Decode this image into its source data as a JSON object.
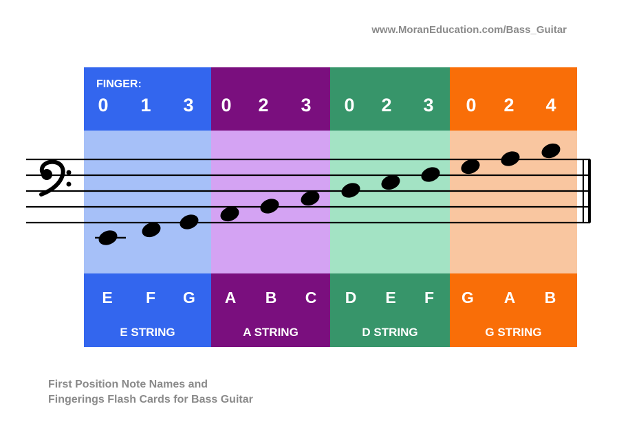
{
  "header": {
    "url": "www.MoranEducation.com/Bass_Guitar"
  },
  "finger_label": "FINGER:",
  "strings": [
    {
      "name": "E STRING",
      "fingers": [
        "0",
        "1",
        "3"
      ],
      "notes": [
        "E",
        "F",
        "G"
      ],
      "colors": {
        "top": "#3366ee",
        "mid": "#a6c0f8",
        "bottom": "#3366ee"
      }
    },
    {
      "name": "A STRING",
      "fingers": [
        "0",
        "2",
        "3"
      ],
      "notes": [
        "A",
        "B",
        "C"
      ],
      "colors": {
        "top": "#7a0f7e",
        "mid": "#d4a3f3",
        "bottom": "#7a0f7e"
      }
    },
    {
      "name": "D STRING",
      "fingers": [
        "0",
        "2",
        "3"
      ],
      "notes": [
        "D",
        "E",
        "F"
      ],
      "colors": {
        "top": "#37956a",
        "mid": "#a3e3c4",
        "bottom": "#37956a"
      }
    },
    {
      "name": "G STRING",
      "fingers": [
        "0",
        "2",
        "4"
      ],
      "notes": [
        "G",
        "A",
        "B"
      ],
      "colors": {
        "top": "#f96e08",
        "mid": "#f9c6a0",
        "bottom": "#f96e08"
      }
    }
  ],
  "staff": {
    "clef": "bass-clef-icon",
    "lines": 5,
    "ledger_lines_below": 1,
    "note_pitches": [
      "E2",
      "F2",
      "G2",
      "A2",
      "B2",
      "C3",
      "D3",
      "E3",
      "F3",
      "G3",
      "A3",
      "B3"
    ]
  },
  "caption": {
    "line1": "First Position Note Names and",
    "line2": "Fingerings Flash Cards for Bass Guitar"
  }
}
